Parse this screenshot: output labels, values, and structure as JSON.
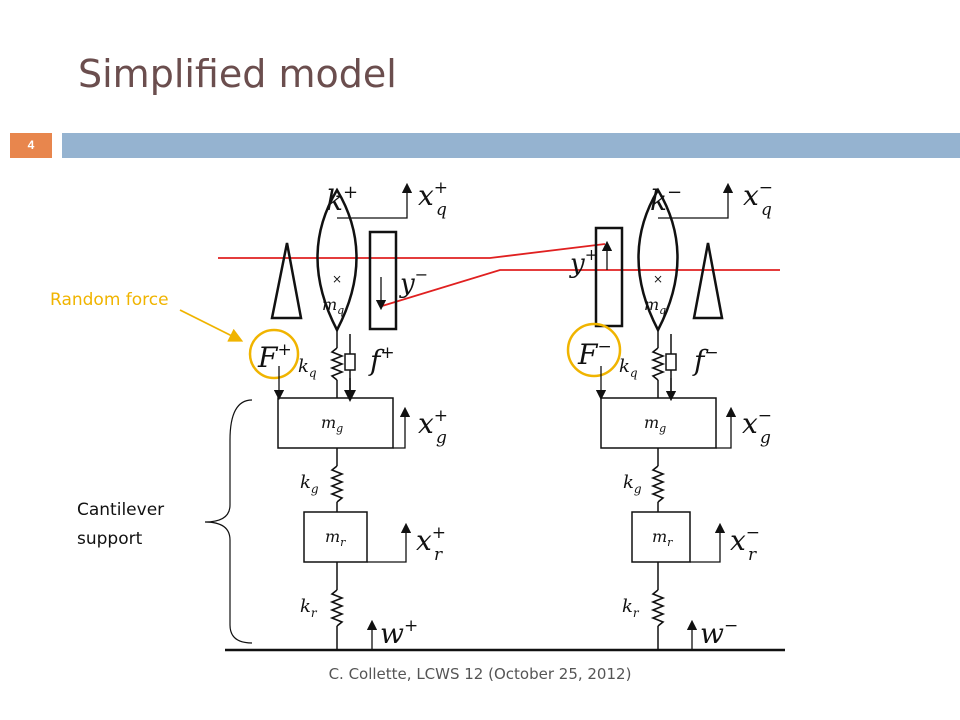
{
  "slide": {
    "title": "Simplified model",
    "page_number": "4",
    "footer": "C. Collette, LCWS 12 (October 25, 2012)",
    "accent_orange": "#e8864d",
    "accent_blue": "#95b3d0",
    "highlight_yellow": "#f0b400"
  },
  "annotations": {
    "random_force": "Random force",
    "cantilever_line1": "Cantilever",
    "cantilever_line2": "support"
  },
  "diagram": {
    "left": {
      "k_top": "k",
      "k_top_sup": "+",
      "xq": "x",
      "xq_sup": "+",
      "xq_sub": "q",
      "y": "y",
      "y_sup": "−",
      "mq": "m",
      "mq_sub": "q",
      "F": "F",
      "F_sup": "+",
      "kq": "k",
      "kq_sub": "q",
      "f": "f",
      "f_sup": "+",
      "mg": "m",
      "mg_sub": "g",
      "xg": "x",
      "xg_sup": "+",
      "xg_sub": "g",
      "kg": "k",
      "kg_sub": "g",
      "mr": "m",
      "mr_sub": "r",
      "xr": "x",
      "xr_sup": "+",
      "xr_sub": "r",
      "kr": "k",
      "kr_sub": "r",
      "w": "w",
      "w_sup": "+"
    },
    "right": {
      "k_top": "k",
      "k_top_sup": "−",
      "xq": "x",
      "xq_sup": "−",
      "xq_sub": "q",
      "y": "y",
      "y_sup": "+",
      "mq": "m",
      "mq_sub": "q",
      "F": "F",
      "F_sup": "−",
      "kq": "k",
      "kq_sub": "q",
      "f": "f",
      "f_sup": "−",
      "mg": "m",
      "mg_sub": "g",
      "xg": "x",
      "xg_sup": "−",
      "xg_sub": "g",
      "kg": "k",
      "kg_sub": "g",
      "mr": "m",
      "mr_sub": "r",
      "xr": "x",
      "xr_sup": "−",
      "xr_sub": "r",
      "kr": "k",
      "kr_sub": "r",
      "w": "w",
      "w_sup": "−"
    }
  }
}
